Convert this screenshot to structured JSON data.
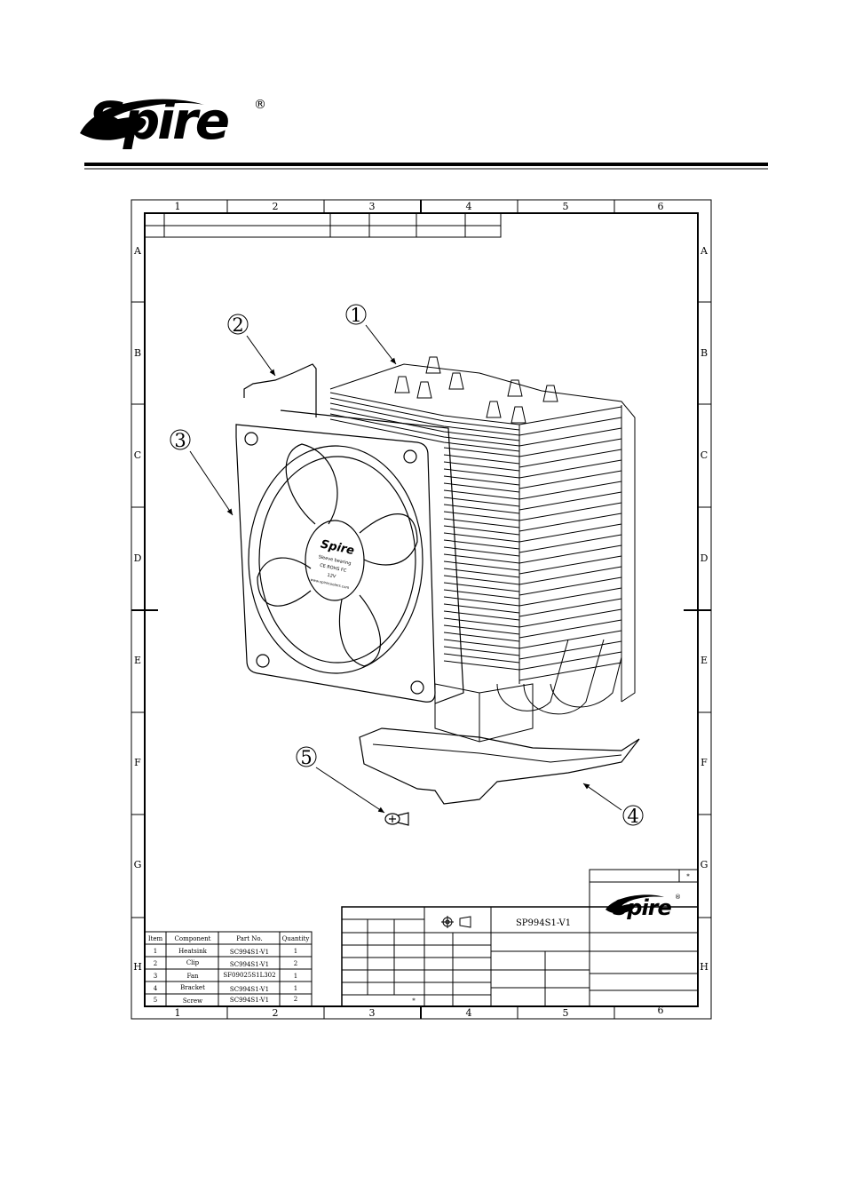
{
  "brand": {
    "logo_text": "Spire",
    "registered_mark": "®"
  },
  "zones": {
    "columns": [
      "1",
      "2",
      "3",
      "4",
      "5",
      "6"
    ],
    "rows": [
      "A",
      "B",
      "C",
      "D",
      "E",
      "F",
      "G",
      "H"
    ]
  },
  "callouts": [
    "1",
    "2",
    "3",
    "4",
    "5"
  ],
  "fan_label": {
    "brand": "Spire",
    "line1": "Sleeve bearing",
    "line2": "CE ROHS FC",
    "line3": "12V",
    "url": "www.spirecoolers.com"
  },
  "bom": {
    "headers": [
      "Item",
      "Component",
      "Part No.",
      "Quantity"
    ],
    "rows": [
      {
        "item": "1",
        "component": "Heatsink",
        "part_no": "SC994S1-V1",
        "qty": "1"
      },
      {
        "item": "2",
        "component": "Clip",
        "part_no": "SC994S1-V1",
        "qty": "2"
      },
      {
        "item": "3",
        "component": "Fan",
        "part_no": "SF09025S1L302",
        "qty": "1"
      },
      {
        "item": "4",
        "component": "Bracket",
        "part_no": "SC994S1-V1",
        "qty": "1"
      },
      {
        "item": "5",
        "component": "Screw",
        "part_no": "SC994S1-V1",
        "qty": "2"
      }
    ]
  },
  "title_block": {
    "model": "SP994S1-V1",
    "mark_a": "*",
    "mark_b": "*"
  }
}
